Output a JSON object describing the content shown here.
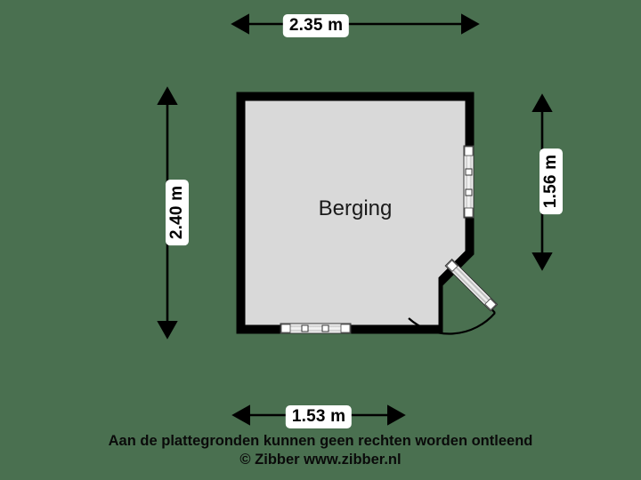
{
  "document": {
    "type": "floor-plan",
    "background_color": "#4a7050",
    "wall_color": "#000000",
    "floor_color": "#d9d9d9"
  },
  "room": {
    "label": "Berging"
  },
  "dimensions": {
    "top": "2.35 m",
    "left": "2.40 m",
    "right": "1.56 m",
    "bottom": "1.53 m"
  },
  "footer": {
    "disclaimer": "Aan de plattegronden kunnen geen rechten worden ontleend",
    "copyright": "© Zibber www.zibber.nl"
  },
  "features": {
    "window_right": "window",
    "window_bottom": "window",
    "door_diagonal": "swing-door"
  }
}
